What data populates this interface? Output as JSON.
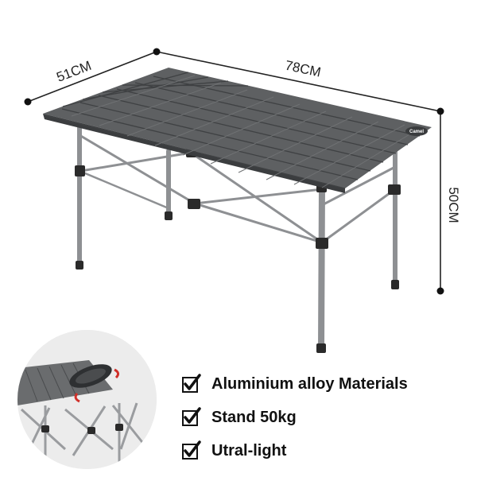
{
  "dimensions": {
    "depth_label": "51CM",
    "length_label": "78CM",
    "height_label": "50CM"
  },
  "brand_label": "Camel",
  "features": [
    {
      "text": "Aluminium alloy Materials",
      "icon": "checkmark-icon"
    },
    {
      "text": "Stand 50kg",
      "icon": "checkmark-icon"
    },
    {
      "text": "Utral-light",
      "icon": "checkmark-icon"
    }
  ],
  "colors": {
    "tabletop": "#5e6062",
    "slat_line": "#3f4143",
    "frame": "#8e9093",
    "joint": "#2a2a2a",
    "dimension_line": "#222222",
    "accent_red": "#d0302a"
  }
}
